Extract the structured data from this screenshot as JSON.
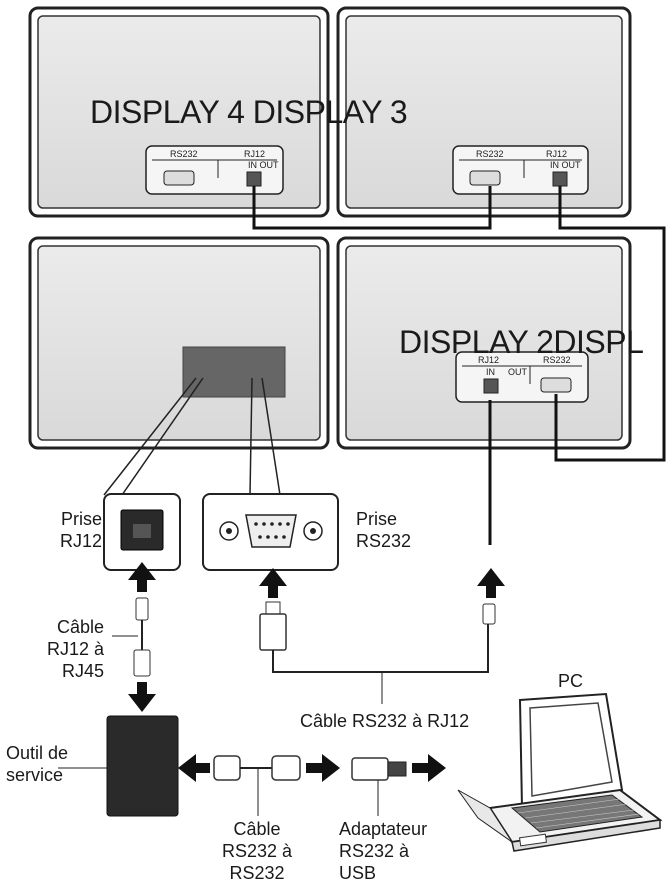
{
  "displays": {
    "display_4": "DISPLAY 4",
    "display_3": "DISPLAY 3",
    "display_2": "DISPLAY 2",
    "display_1_partial": "DISPL"
  },
  "ports": {
    "rs232": "RS232",
    "rj12": "RJ12",
    "in_out": "IN OUT",
    "in": "IN",
    "out": "OUT"
  },
  "labels": {
    "prise_rj12": "Prise\nRJ12",
    "prise_rs232": "Prise\nRS232",
    "cable_rj12_rj45": "Câble\nRJ12 à\nRJ45",
    "outil_service": "Outil de\nservice",
    "cable_rs232_rj12": "Câble RS232 à RJ12",
    "cable_rs232_rs232": "Câble\nRS232 à\nRS232",
    "adaptateur": "Adaptateur\nRS232 à\nUSB",
    "pc": "PC"
  }
}
